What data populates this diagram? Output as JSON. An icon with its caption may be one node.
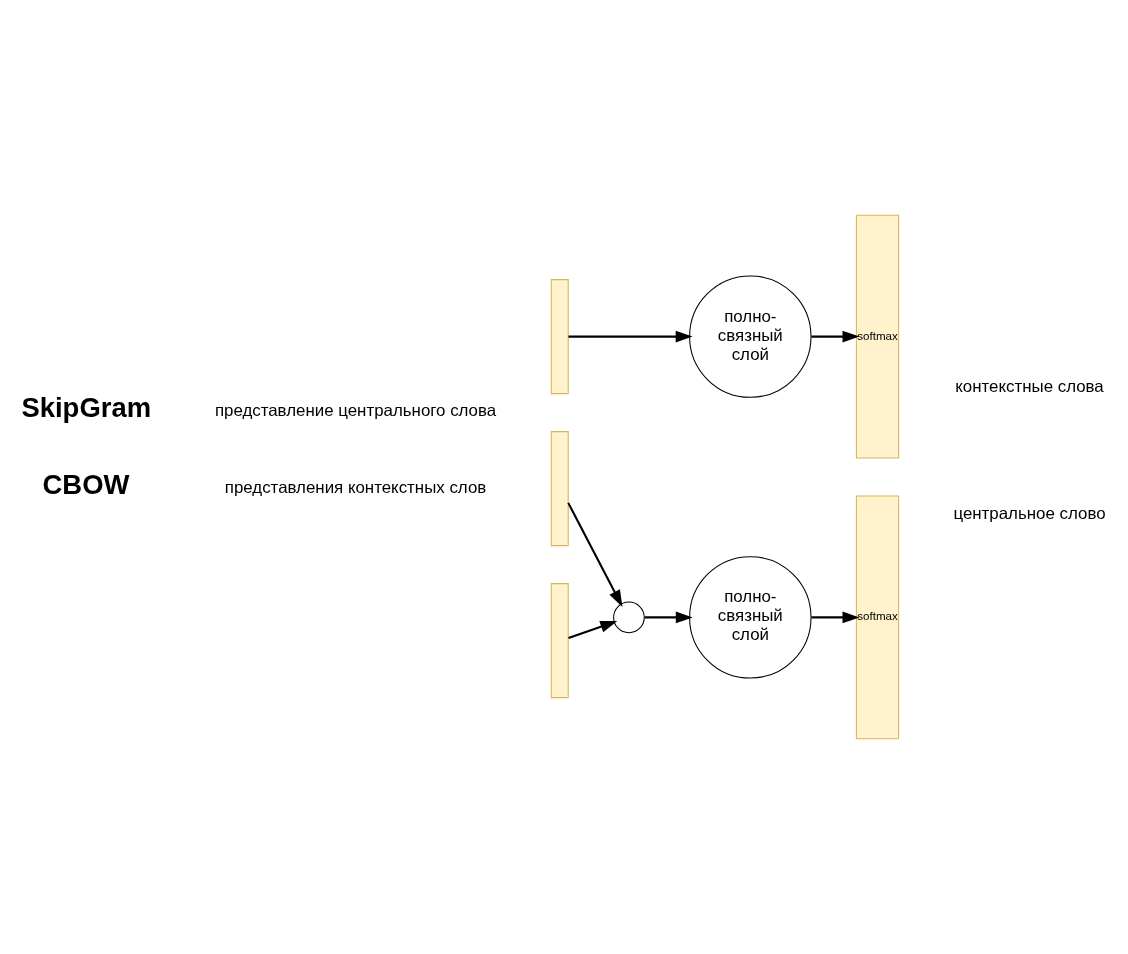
{
  "diagram": {
    "nodes": [
      {
        "text": [],
        "shape": "bar"
      },
      {
        "text": [
          "полно- связный слой"
        ]
      },
      {
        "text": [
          "softmax"
        ]
      },
      {
        "text": [],
        "shape": "bar"
      },
      {
        "text": [],
        "shape": "bar"
      },
      {
        "text": [],
        "shape": "circle"
      },
      {
        "text": [
          "полно- связный слой"
        ]
      },
      {
        "text": [
          "softmax"
        ]
      }
    ],
    "edges": [
      {
        "from": 0,
        "to": 1,
        "arrow": "to"
      },
      {
        "from": 1,
        "to": 2,
        "arrow": "to"
      },
      {
        "from": 3,
        "to": 5,
        "arrow": "to"
      },
      {
        "from": 4,
        "to": 5,
        "arrow": "to"
      },
      {
        "from": 5,
        "to": 6,
        "arrow": "to"
      },
      {
        "from": 6,
        "to": 7,
        "arrow": "to"
      }
    ],
    "labels": [
      "SkipGram",
      "представление центрального слова",
      "контекстные слова",
      "CBOW",
      "представления контекстных слов",
      "центральное слово"
    ]
  }
}
